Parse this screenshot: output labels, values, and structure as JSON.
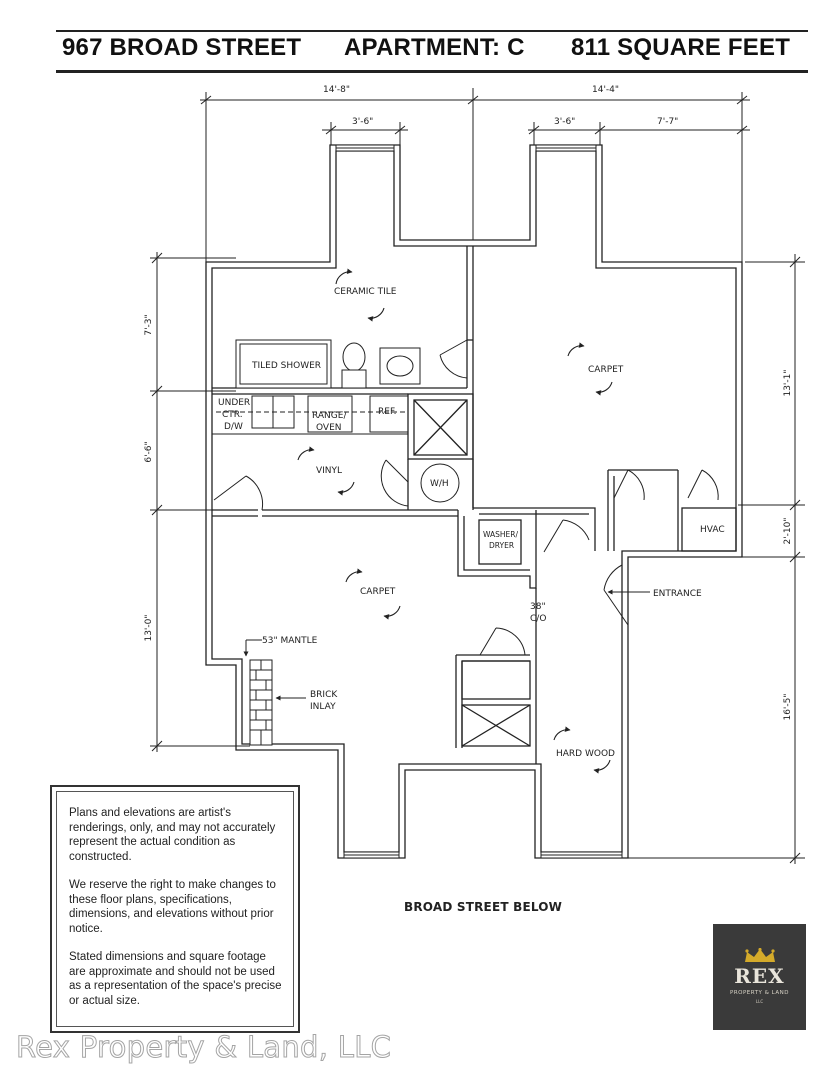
{
  "header": {
    "address": "967 BROAD STREET",
    "apartment": "APARTMENT: C",
    "square_feet": "811 SQUARE FEET"
  },
  "dimensions": {
    "top_left_width": "14'-8\"",
    "top_right_width": "14'-4\"",
    "left_window": "3'-6\"",
    "right_window": "3'-6\"",
    "right_of_window": "7'-7\"",
    "left_upper": "7'-3\"",
    "left_middle": "6'-6\"",
    "left_lower": "13'-0\"",
    "right_upper": "13'-1\"",
    "right_middle": "2'-10\"",
    "right_lower": "16'-5\""
  },
  "rooms": {
    "ceramic_tile": "CERAMIC TILE",
    "tiled_shower": "TILED SHOWER",
    "carpet_bedroom": "CARPET",
    "under_ctr_line1": "UNDER",
    "under_ctr_line2": "CTR.",
    "under_ctr_line3": "D/W",
    "range_line1": "RANGE/",
    "range_line2": "OVEN",
    "ref": "REF.",
    "vinyl": "VINYL",
    "water_heater": "W/H",
    "washer_line1": "WASHER/",
    "washer_line2": "DRYER",
    "hvac": "HVAC",
    "carpet_living": "CARPET",
    "door_width_line1": "38\"",
    "door_width_line2": "C/O",
    "entrance": "ENTRANCE",
    "mantle": "53\" MANTLE",
    "brick_line1": "BRICK",
    "brick_line2": "INLAY",
    "hard_wood": "HARD WOOD"
  },
  "street_label": "BROAD STREET BELOW",
  "disclaimer": [
    "Plans and elevations are artist's renderings, only, and may not accurately represent the actual condition as constructed.",
    "We reserve the right to make changes to these floor plans, specifications, dimensions, and elevations without prior notice.",
    "Stated dimensions and square footage are approximate and should not be used as a representation of the space's precise or actual size."
  ],
  "logo": {
    "word": "REX",
    "subtitle": "PROPERTY & LAND",
    "llc": "LLC"
  },
  "watermark": "Rex Property & Land, LLC",
  "colors": {
    "wall": "#222222",
    "logo_bg": "#3a3a3a",
    "logo_crown": "#d4aa2a",
    "logo_text": "#e9e5db"
  }
}
